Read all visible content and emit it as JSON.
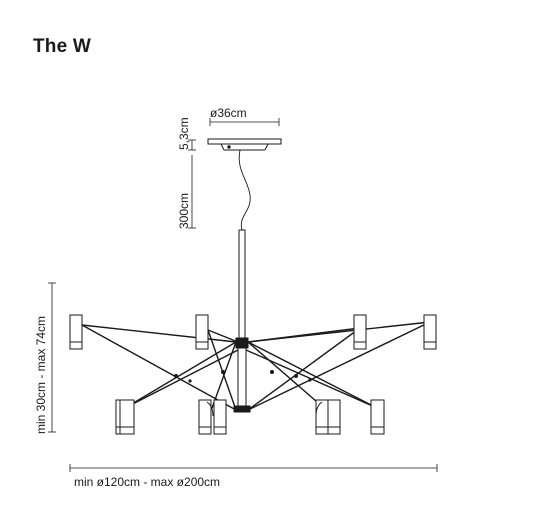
{
  "title": "The W",
  "dimensions": {
    "canopy_diameter": "ø36cm",
    "canopy_height": "5,3cm",
    "cable_length": "300cm",
    "drop_height": "min 30cm - max 74cm",
    "span_width": "min ø120cm - max ø200cm"
  },
  "colors": {
    "line": "#1a1a1a",
    "shade": "#ffffff"
  }
}
